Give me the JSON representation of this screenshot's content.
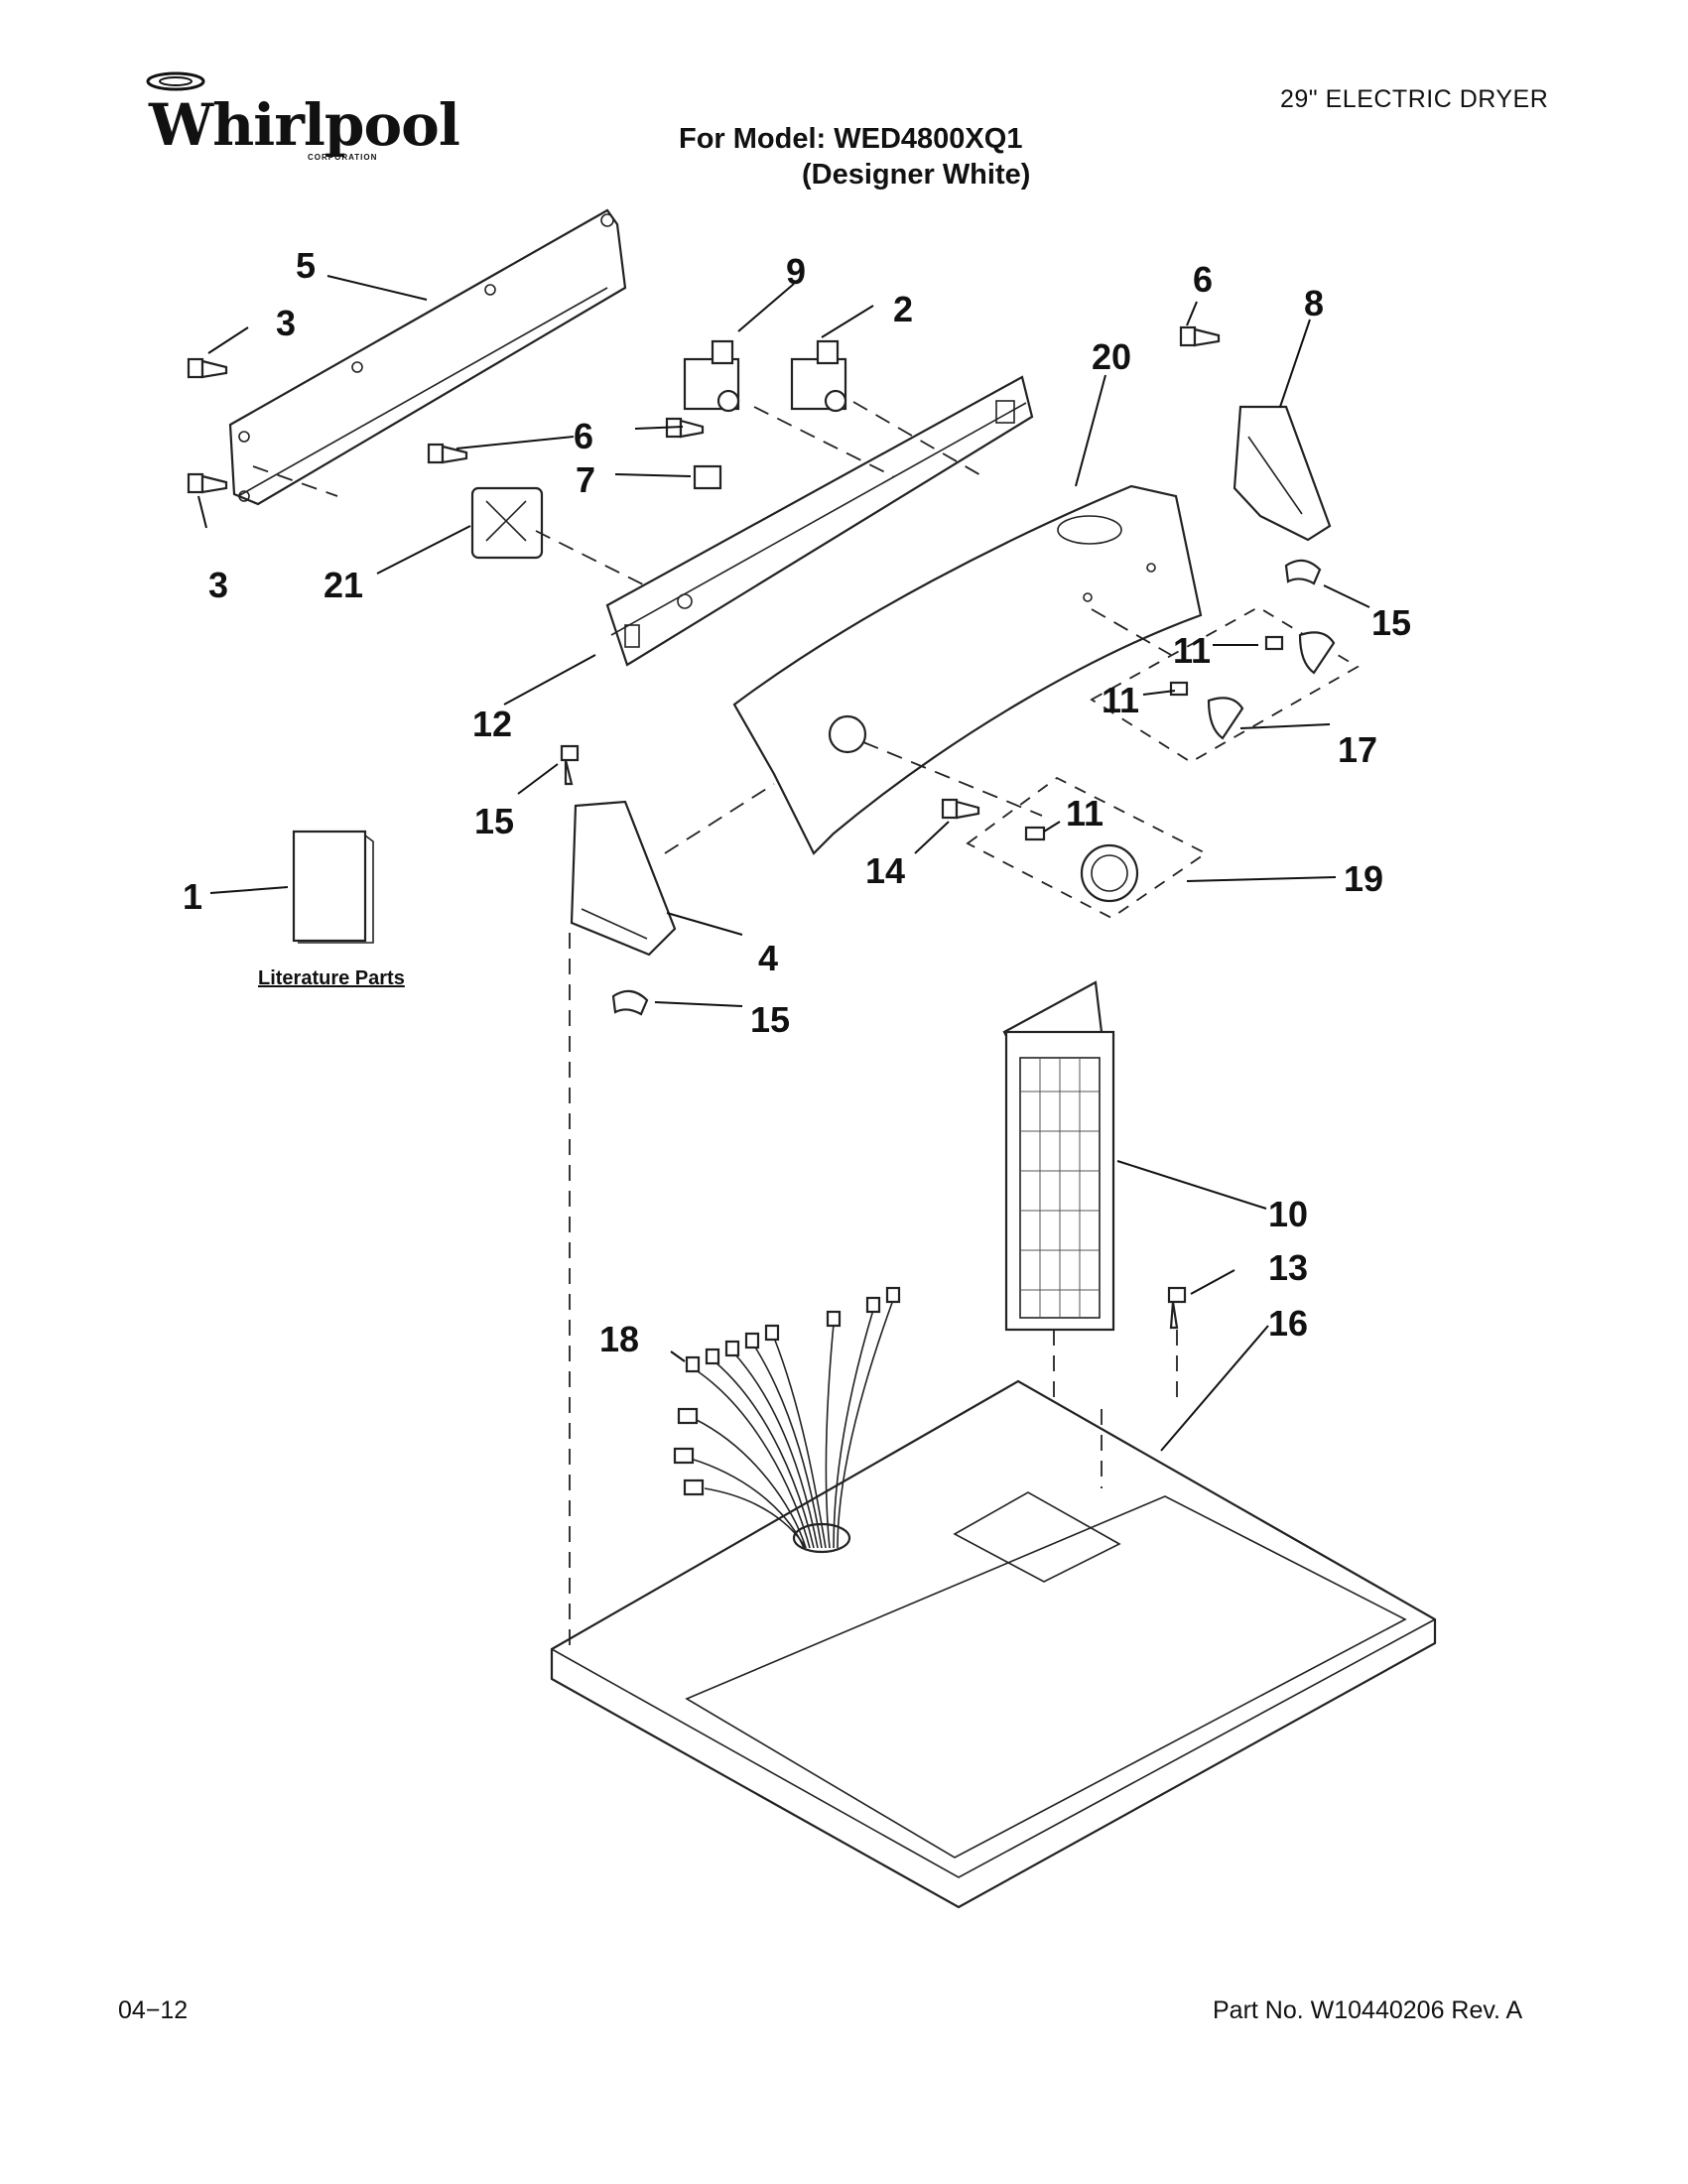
{
  "header": {
    "brand": "Whirlpool",
    "brand_sub": "CORPORATION",
    "product": "29\" ELECTRIC DRYER",
    "model_line": "For Model: WED4800XQ1",
    "model_variant": "(Designer White)"
  },
  "diagram": {
    "callouts": [
      "1",
      "2",
      "3",
      "3",
      "4",
      "5",
      "6",
      "6",
      "7",
      "8",
      "9",
      "10",
      "11",
      "11",
      "11",
      "12",
      "13",
      "14",
      "15",
      "15",
      "15",
      "16",
      "17",
      "18",
      "19",
      "20",
      "21"
    ],
    "literature_label": "Literature Parts"
  },
  "footer": {
    "date": "04−12",
    "part_number": "Part No. W10440206 Rev. A"
  }
}
